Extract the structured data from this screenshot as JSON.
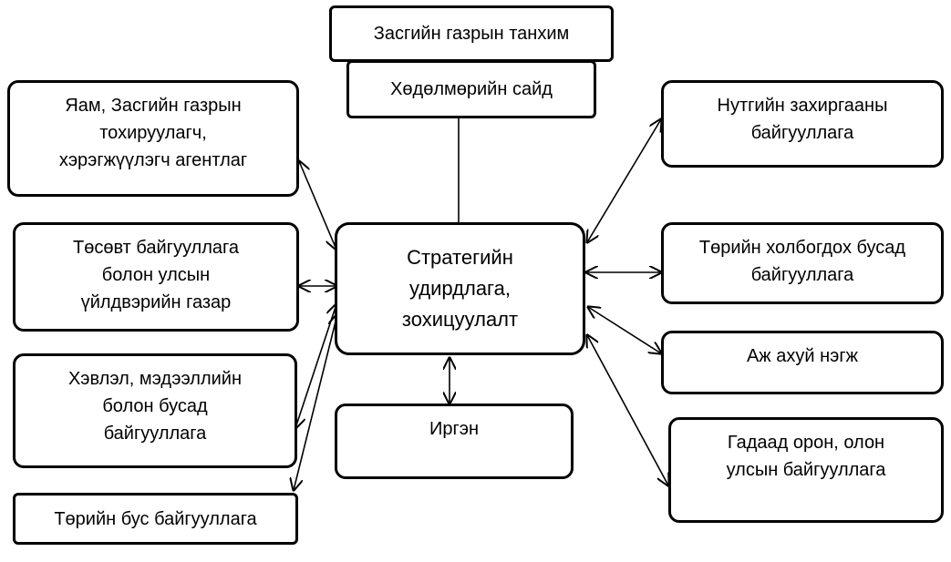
{
  "nodes": {
    "cabinet": "Засгийн газрын танхим",
    "labor_minister": "Хөдөлмөрийн сайд",
    "ministries": "Яам, Засгийн газрын\nтохируулагч,\nхэрэгжүүлэгч агентлаг",
    "budget_org": "Төсөвт байгууллага\nболон улсын\nүйлдвэрийн газар",
    "media": "Хэвлэл, мэдээллийн\nболон бусад\nбайгууллага",
    "ngo": "Төрийн бус байгууллага",
    "center": "Стратегийн\nудирдлага,\nзохицуулалт",
    "citizen": "Иргэн",
    "local_admin": "Нутгийн захиргааны\nбайгууллага",
    "other_state": "Төрийн холбогдох бусад\nбайгууллага",
    "business": "Аж ахуй нэгж",
    "foreign": "Гадаад орон, олон\nулсын байгууллага"
  }
}
